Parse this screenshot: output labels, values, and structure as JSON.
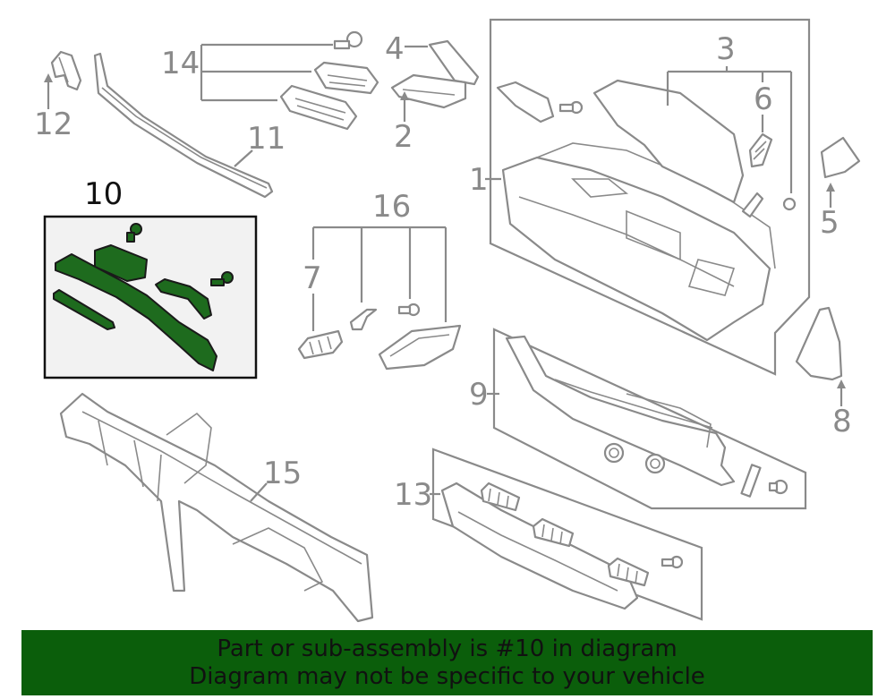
{
  "callouts": {
    "c1": "1",
    "c2": "2",
    "c3": "3",
    "c4": "4",
    "c5": "5",
    "c6": "6",
    "c7": "7",
    "c8": "8",
    "c9": "9",
    "c10": "10",
    "c11": "11",
    "c12": "12",
    "c13": "13",
    "c14": "14",
    "c15": "15",
    "c16": "16"
  },
  "highlighted_part": "10",
  "colors": {
    "highlight_fill": "#1e6b1e",
    "banner_bg": "#0b5e0b",
    "line": "#8a8a8a"
  },
  "banner": {
    "line1": "Part or sub-assembly is #10 in diagram",
    "line2": "Diagram may not be specific to your vehicle"
  }
}
